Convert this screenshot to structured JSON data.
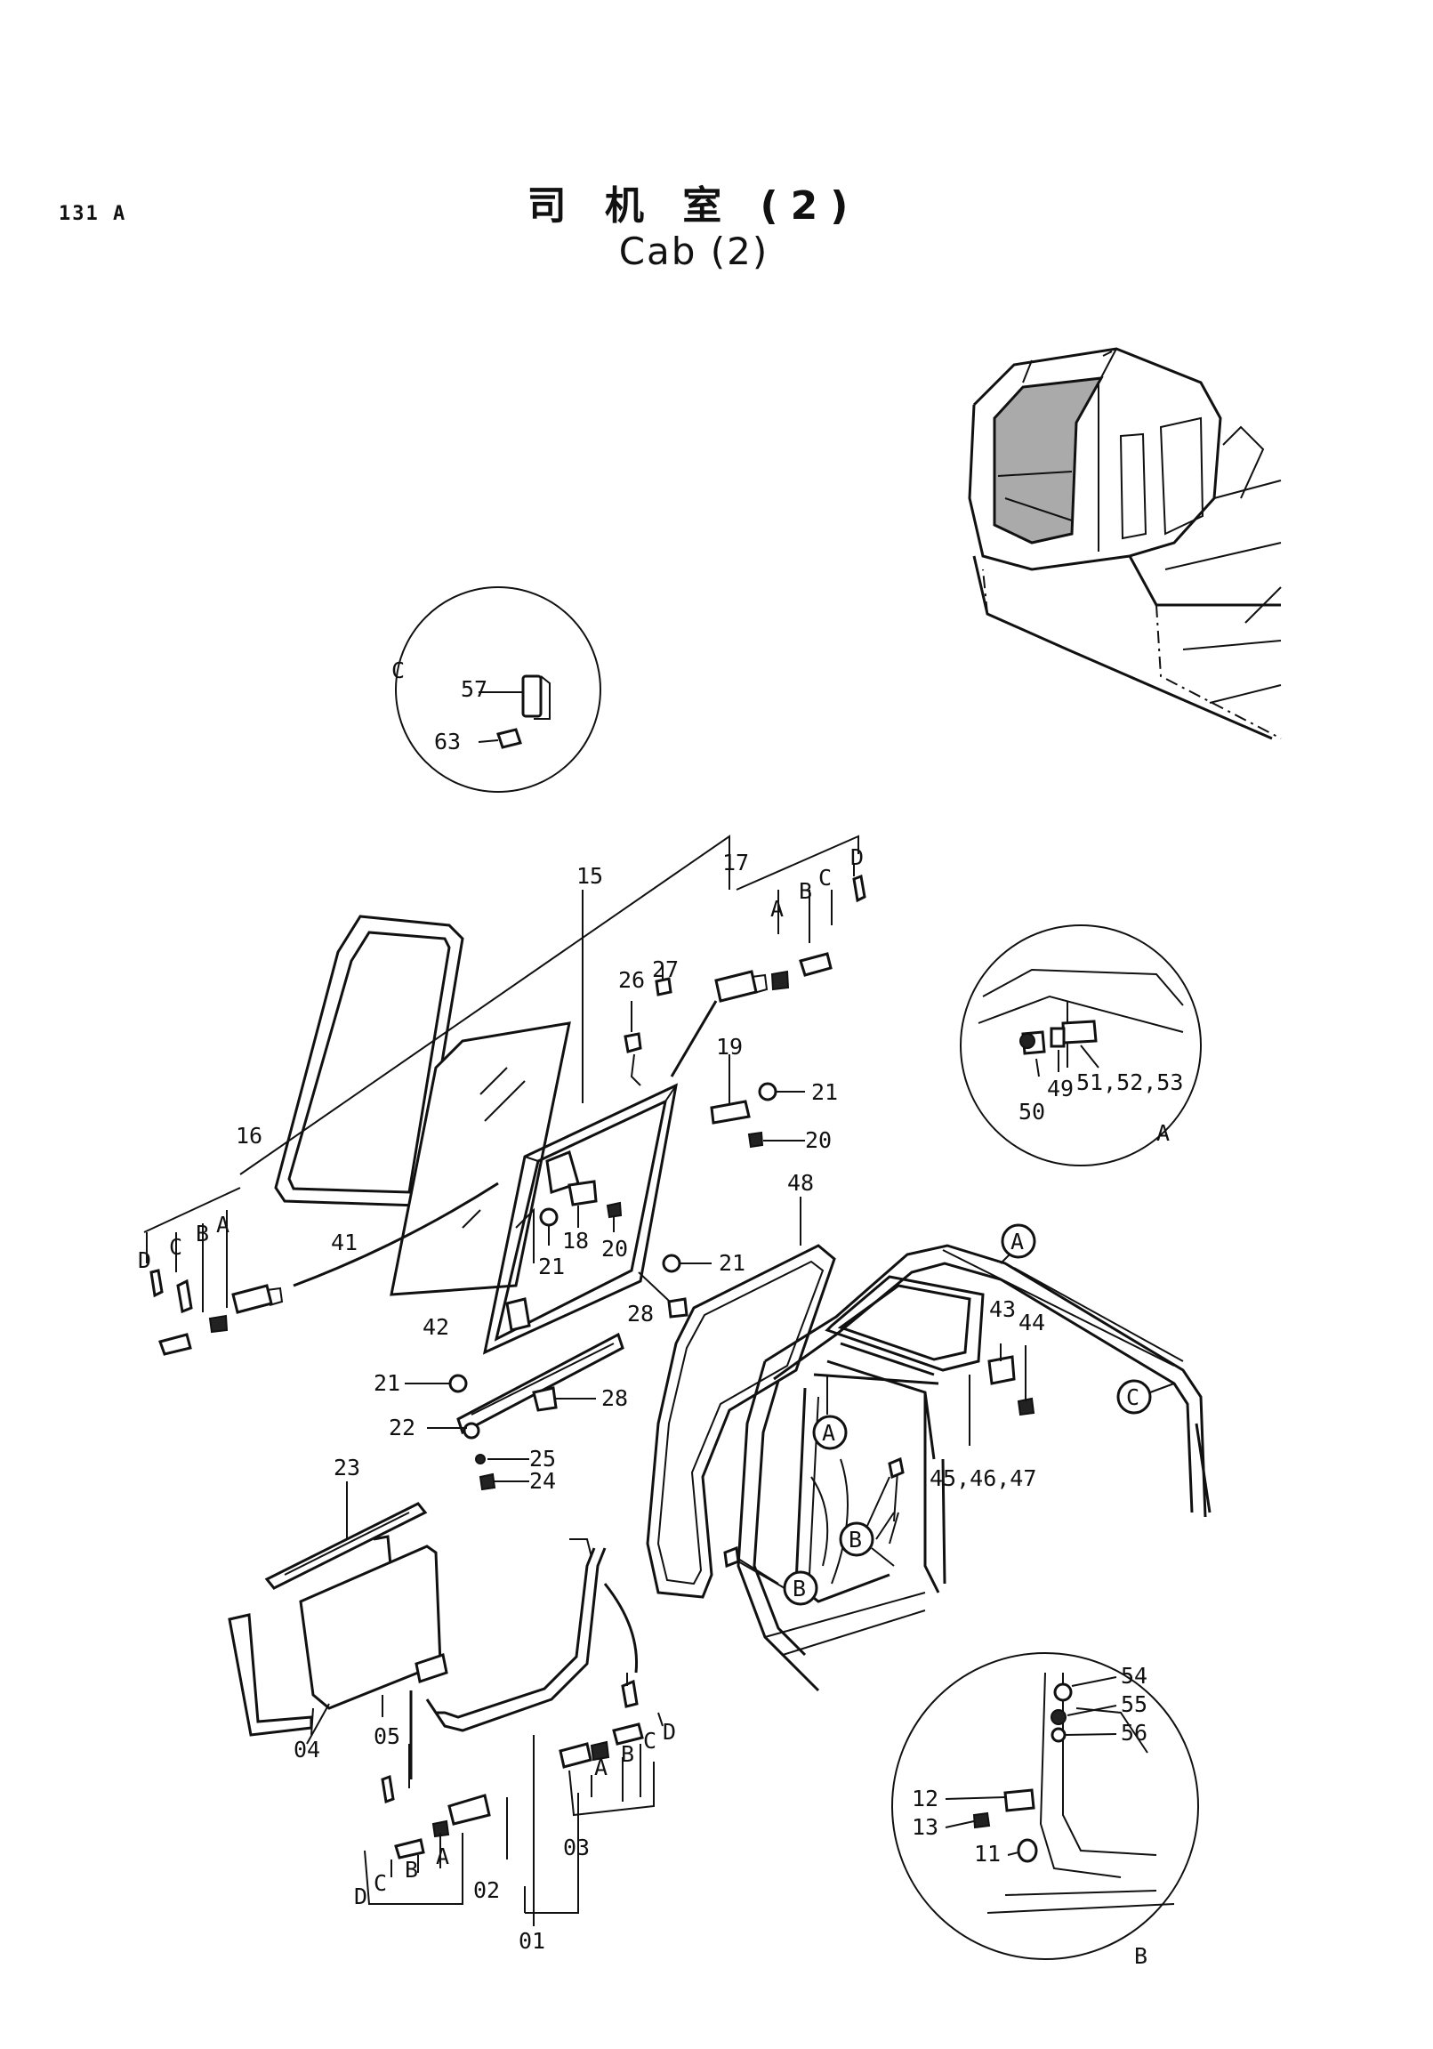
{
  "page_id": "131 A",
  "title": {
    "cn": "司 机 室 (2)",
    "en": "Cab (2)"
  },
  "detail_views": {
    "A": "A",
    "B": "B",
    "C": "C"
  },
  "callouts": [
    {
      "name": "callout-57",
      "text": "57"
    },
    {
      "name": "callout-63",
      "text": "63"
    },
    {
      "name": "callout-15",
      "text": "15"
    },
    {
      "name": "callout-17",
      "text": "17"
    },
    {
      "name": "callout-17-a",
      "text": "A"
    },
    {
      "name": "callout-17-b",
      "text": "B"
    },
    {
      "name": "callout-17-c",
      "text": "C"
    },
    {
      "name": "callout-17-d",
      "text": "D"
    },
    {
      "name": "callout-26",
      "text": "26"
    },
    {
      "name": "callout-27",
      "text": "27"
    },
    {
      "name": "callout-19",
      "text": "19"
    },
    {
      "name": "callout-21-a",
      "text": "21"
    },
    {
      "name": "callout-20-a",
      "text": "20"
    },
    {
      "name": "callout-16",
      "text": "16"
    },
    {
      "name": "callout-16-d",
      "text": "D"
    },
    {
      "name": "callout-16-c",
      "text": "C"
    },
    {
      "name": "callout-16-b",
      "text": "B"
    },
    {
      "name": "callout-16-a",
      "text": "A"
    },
    {
      "name": "callout-41",
      "text": "41"
    },
    {
      "name": "callout-42",
      "text": "42"
    },
    {
      "name": "callout-18",
      "text": "18"
    },
    {
      "name": "callout-21-b",
      "text": "21"
    },
    {
      "name": "callout-20-b",
      "text": "20"
    },
    {
      "name": "callout-21-c",
      "text": "21"
    },
    {
      "name": "callout-28-a",
      "text": "28"
    },
    {
      "name": "callout-21-d",
      "text": "21"
    },
    {
      "name": "callout-28-b",
      "text": "28"
    },
    {
      "name": "callout-22",
      "text": "22"
    },
    {
      "name": "callout-25",
      "text": "25"
    },
    {
      "name": "callout-24",
      "text": "24"
    },
    {
      "name": "callout-23",
      "text": "23"
    },
    {
      "name": "callout-48",
      "text": "48"
    },
    {
      "name": "callout-43",
      "text": "43"
    },
    {
      "name": "callout-44",
      "text": "44"
    },
    {
      "name": "callout-45-46-47",
      "text": "45,46,47"
    },
    {
      "name": "callout-49",
      "text": "49"
    },
    {
      "name": "callout-50",
      "text": "50"
    },
    {
      "name": "callout-51-52-53",
      "text": "51,52,53"
    },
    {
      "name": "callout-04",
      "text": "04"
    },
    {
      "name": "callout-05",
      "text": "05"
    },
    {
      "name": "callout-01",
      "text": "01"
    },
    {
      "name": "callout-02",
      "text": "02"
    },
    {
      "name": "callout-03",
      "text": "03"
    },
    {
      "name": "callout-03-a",
      "text": "A"
    },
    {
      "name": "callout-03-b",
      "text": "B"
    },
    {
      "name": "callout-03-c",
      "text": "C"
    },
    {
      "name": "callout-03-d",
      "text": "D"
    },
    {
      "name": "callout-02-a",
      "text": "A"
    },
    {
      "name": "callout-02-b",
      "text": "B"
    },
    {
      "name": "callout-02-c",
      "text": "C"
    },
    {
      "name": "callout-02-d",
      "text": "D"
    },
    {
      "name": "callout-54",
      "text": "54"
    },
    {
      "name": "callout-55",
      "text": "55"
    },
    {
      "name": "callout-56",
      "text": "56"
    },
    {
      "name": "callout-12",
      "text": "12"
    },
    {
      "name": "callout-13",
      "text": "13"
    },
    {
      "name": "callout-11",
      "text": "11"
    }
  ],
  "circle_markers": [
    {
      "name": "marker-a-roof",
      "text": "A"
    },
    {
      "name": "marker-a-post",
      "text": "A"
    },
    {
      "name": "marker-b-post",
      "text": "B"
    },
    {
      "name": "marker-b-side",
      "text": "B"
    },
    {
      "name": "marker-c-roof",
      "text": "C"
    }
  ]
}
